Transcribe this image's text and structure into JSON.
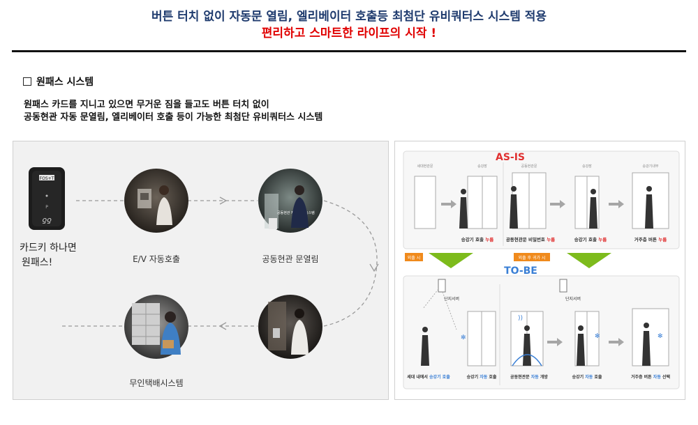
{
  "header": {
    "title_line1": "버튼 터치 없이 자동문 열림, 엘리베이터 호출등 최첨단 유비쿼터스 시스템 적용",
    "title_line2": "편리하고 스마트한 라이프의 시작 !"
  },
  "section": {
    "heading": "원패스 시스템",
    "desc_line1": "원패스 카드를 지니고 있으면 무거운 짐을 들고도 버튼 터치 없이",
    "desc_line2": "공동현관 자동 문열림, 엘리베이터 호출 등이 가능한 최첨단 유비쿼터스 시스템"
  },
  "left_panel": {
    "card_label_line1": "카드키 하나면",
    "card_label_line2": "원패스!",
    "steps": [
      {
        "label": "E/V 자동호출"
      },
      {
        "label": "공동현관 문열림"
      },
      {
        "label": "무인택배시스템"
      }
    ],
    "reader_screen_text": "FOS+T",
    "lobby_sign_text": "공동현관 자동출입 시스템"
  },
  "right_panel": {
    "as_is_label": "AS-IS",
    "to_be_label": "TO-BE",
    "as_is_captions": [
      {
        "text": "승강기 호출 ",
        "highlight": "누름"
      },
      {
        "text": "공동현관문 비밀번호 ",
        "highlight": "누름"
      },
      {
        "text": "승강기 호출 ",
        "highlight": "누름"
      },
      {
        "text": "거주층 버튼 ",
        "highlight": "누름"
      }
    ],
    "to_be_captions": [
      {
        "text": "세대 내에서 ",
        "highlight": "승강기 호출"
      },
      {
        "text": "승강기 ",
        "highlight": "자동",
        "suffix": " 호출"
      },
      {
        "text": "공동현관문 ",
        "highlight": "자동",
        "suffix": " 개방"
      },
      {
        "text": "승강기 ",
        "highlight": "자동",
        "suffix": " 호출"
      },
      {
        "text": "거주층 버튼 ",
        "highlight": "자동",
        "suffix": " 선택"
      }
    ],
    "tag_out": "외출 시",
    "tag_return": "외출 후 귀가 시",
    "server_label": "단지서버",
    "scene_labels": [
      "세대현관문",
      "승강장",
      "공동현관문",
      "승강장",
      "승강기내부"
    ]
  },
  "colors": {
    "title_blue": "#1f3b6e",
    "title_red": "#e00000",
    "as_is_red": "#e03030",
    "to_be_blue": "#3a7fd5",
    "arrow_green": "#7dbb1c",
    "tag_orange": "#f08a1c"
  }
}
